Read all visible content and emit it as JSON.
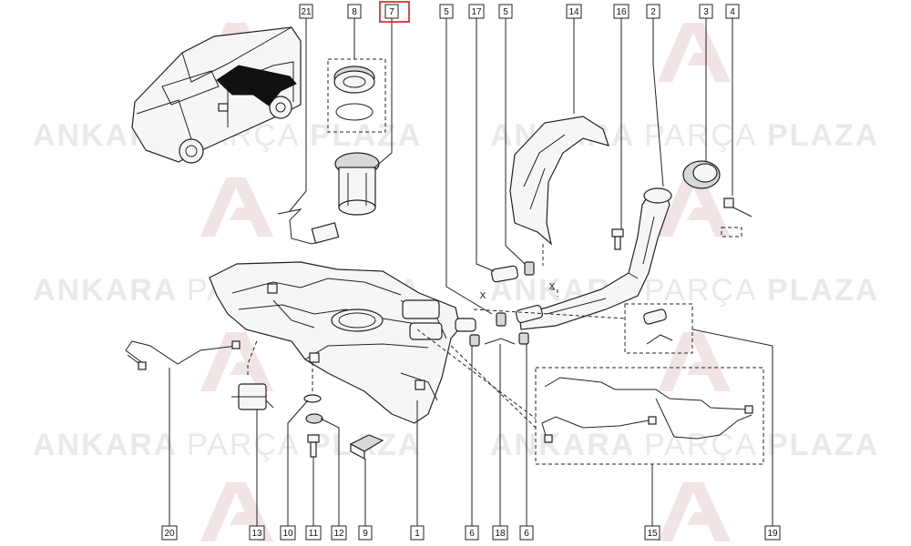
{
  "watermark": {
    "word1": "ANKARA",
    "word2": "PARÇA",
    "word3": "PLAZA"
  },
  "callouts_top": [
    {
      "id": "c21",
      "text": "21"
    },
    {
      "id": "c8",
      "text": "8"
    },
    {
      "id": "c7",
      "text": "7",
      "highlight": true
    },
    {
      "id": "c5a",
      "text": "5"
    },
    {
      "id": "c17",
      "text": "17"
    },
    {
      "id": "c5b",
      "text": "5"
    },
    {
      "id": "c14",
      "text": "14"
    },
    {
      "id": "c16",
      "text": "16"
    },
    {
      "id": "c2",
      "text": "2"
    },
    {
      "id": "c3",
      "text": "3"
    },
    {
      "id": "c4",
      "text": "4"
    }
  ],
  "callouts_bottom": [
    {
      "id": "c20",
      "text": "20"
    },
    {
      "id": "c13",
      "text": "13"
    },
    {
      "id": "c10",
      "text": "10"
    },
    {
      "id": "c11",
      "text": "11"
    },
    {
      "id": "c12",
      "text": "12"
    },
    {
      "id": "c9",
      "text": "9"
    },
    {
      "id": "c1",
      "text": "1"
    },
    {
      "id": "c6a",
      "text": "6"
    },
    {
      "id": "c18",
      "text": "18"
    },
    {
      "id": "c6b",
      "text": "6"
    },
    {
      "id": "c15",
      "text": "15"
    },
    {
      "id": "c19",
      "text": "19"
    }
  ],
  "marks": {
    "x1": "X",
    "x2": "X"
  },
  "colors": {
    "highlight": "#d21d1d",
    "watermark": "#e9e9e9",
    "ink": "#222222"
  }
}
